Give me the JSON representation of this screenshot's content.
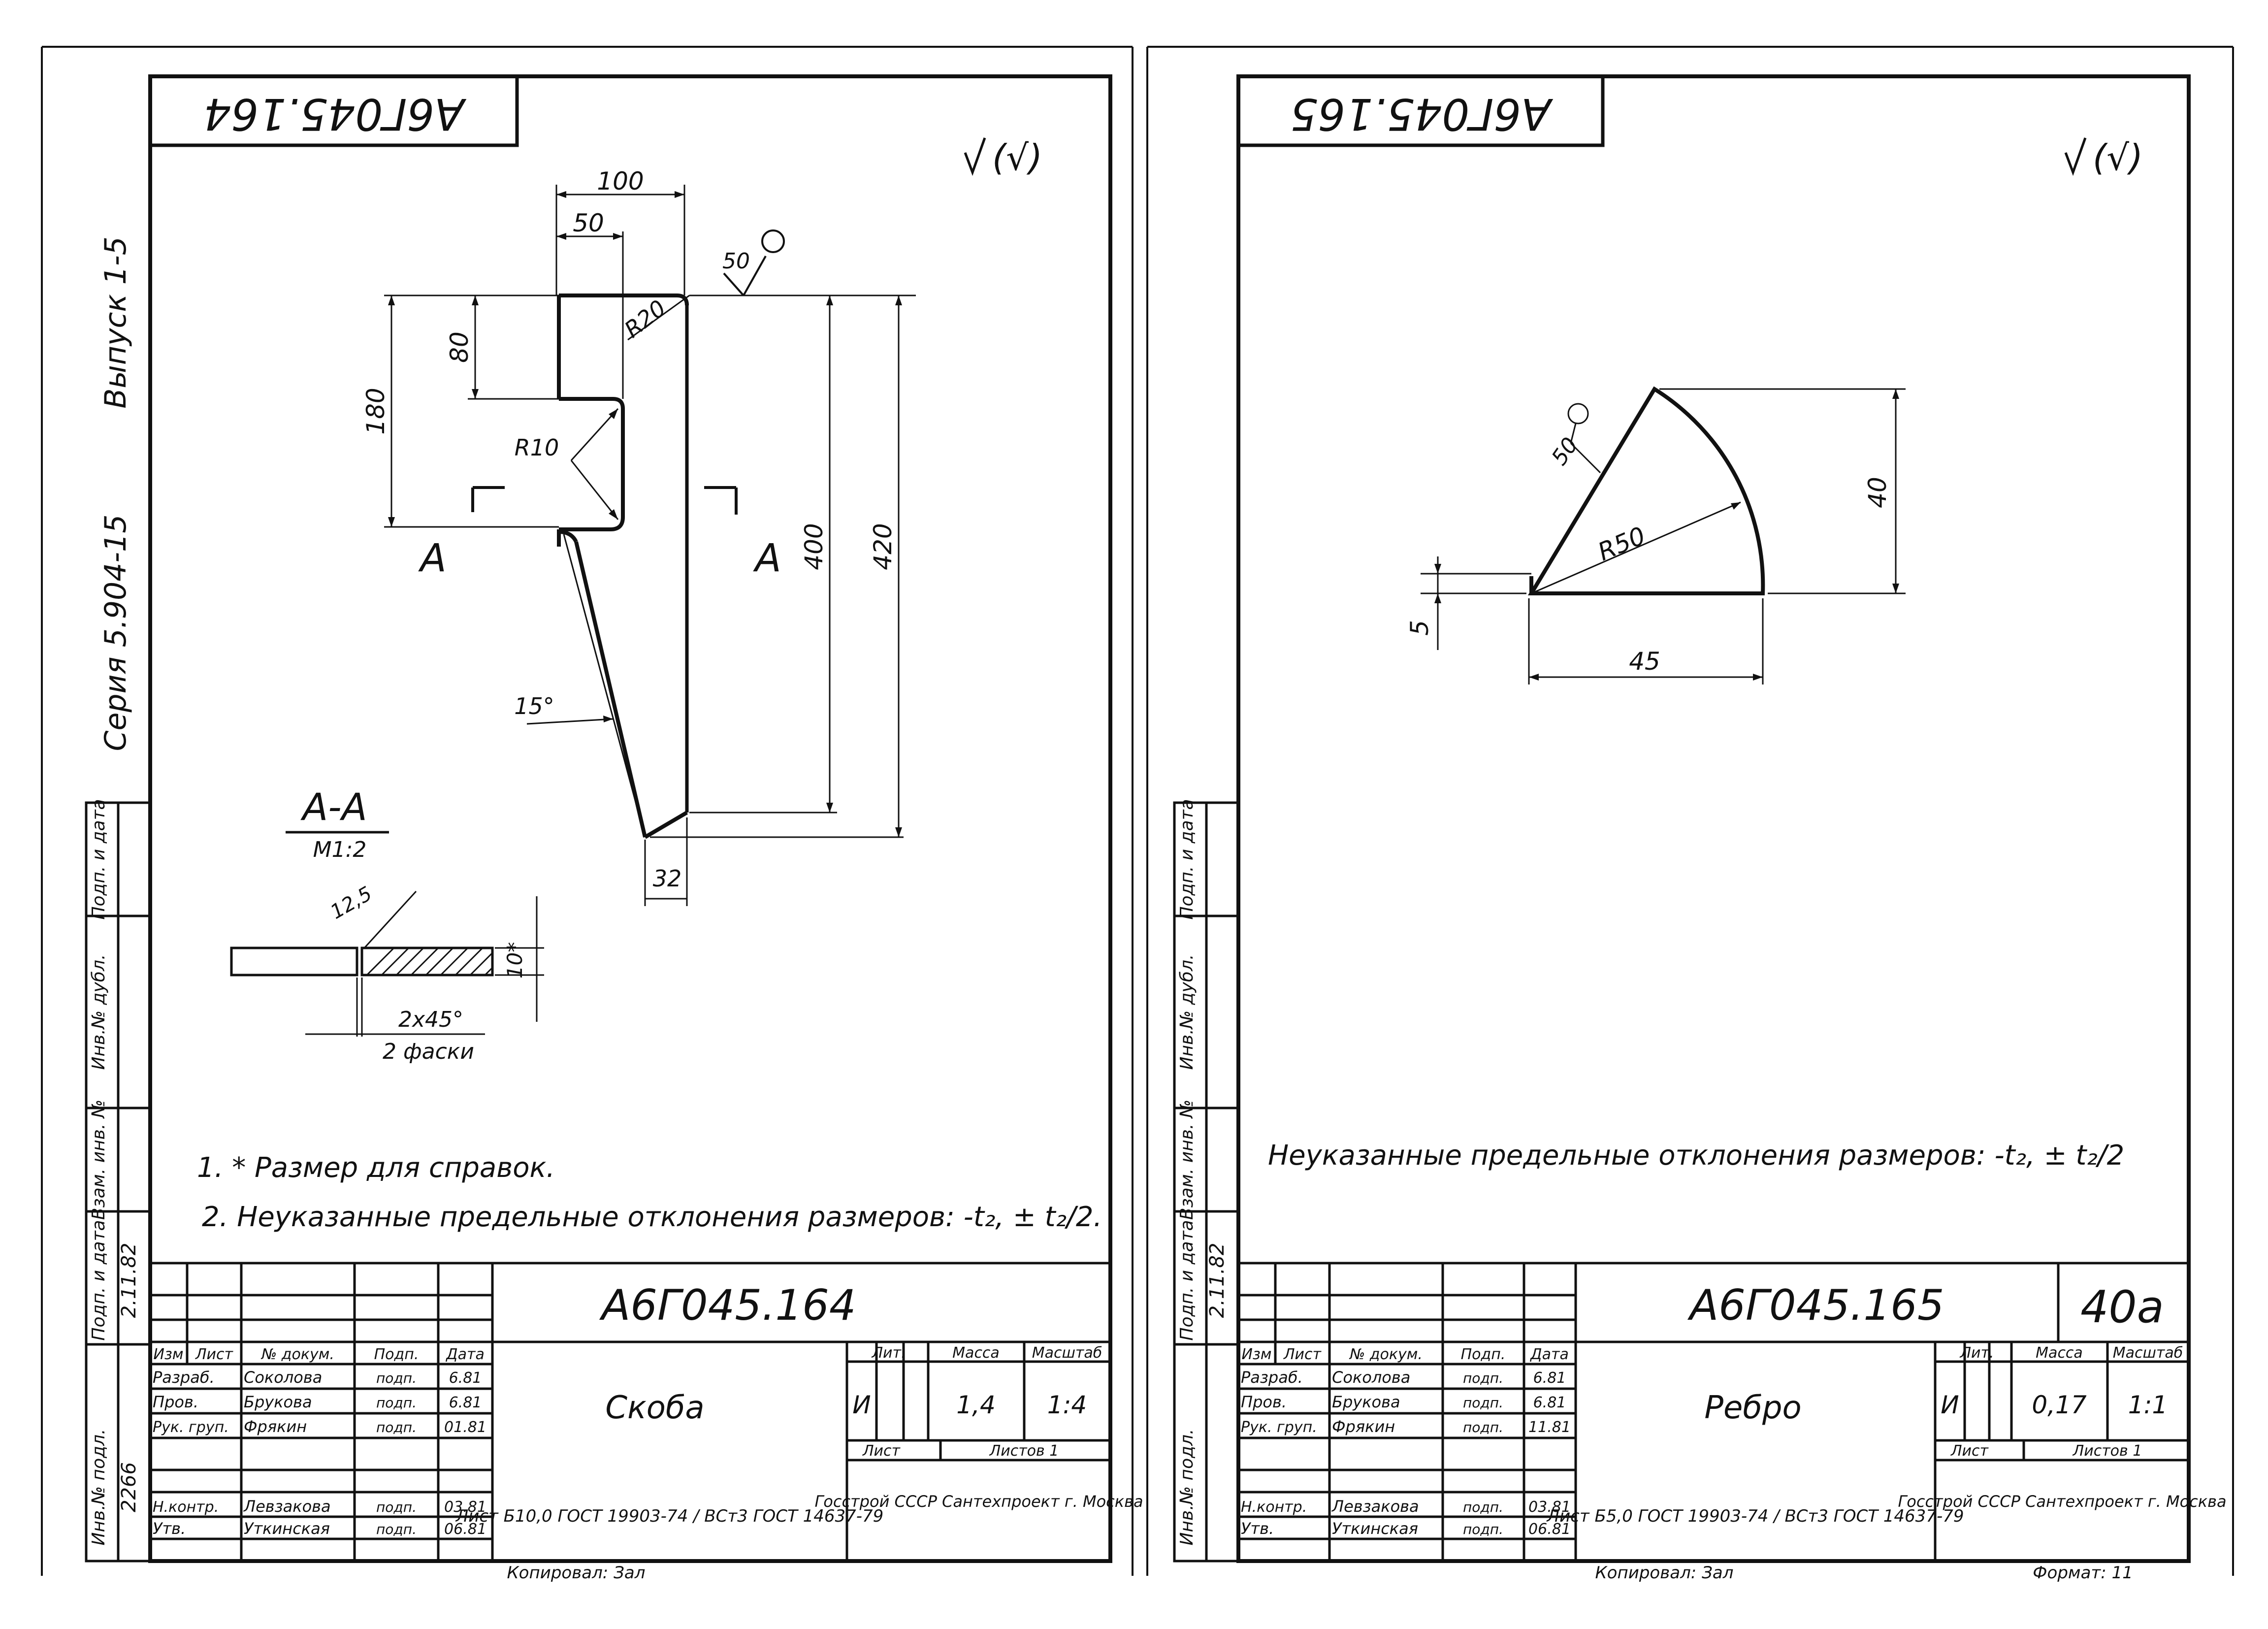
{
  "sheet1": {
    "code_rotated": "А6Г045.164",
    "series_label": "Серия 5.904-15",
    "issue_label": "Выпуск 1-5",
    "roughness_general": "(√)",
    "dims": {
      "d100": "100",
      "d50": "50",
      "d80": "80",
      "d180": "180",
      "r20": "R20",
      "r10": "R10",
      "d400": "400",
      "d420": "420",
      "d32": "32",
      "ang15": "15°",
      "rough50": "50"
    },
    "section_marks": {
      "left": "А",
      "right": "А"
    },
    "section_title": "А-А",
    "section_scale": "М1:2",
    "section_dims": {
      "rough": "12,5",
      "thick": "10*",
      "chamfer": "2х45°",
      "chamfer_note": "2 фаски"
    },
    "notes": [
      "1. * Размер для справок.",
      "2. Неуказанные предельные отклонения размеров: -t₂, ± t₂/2."
    ],
    "title_block": {
      "code": "А6Г045.164",
      "name": "Скоба",
      "header": [
        "Изм",
        "Лист",
        "№ докум.",
        "Подп.",
        "Дата"
      ],
      "rows": [
        [
          "Разраб.",
          "Соколова",
          "подп.",
          "6.81"
        ],
        [
          "Пров.",
          "Брукова",
          "подп.",
          "6.81"
        ],
        [
          "Рук. груп.",
          "Фрякин",
          "подп.",
          "01.81"
        ],
        [
          "Н.контр.",
          "Левзакова",
          "подп.",
          "03.81"
        ],
        [
          "Утв.",
          "Уткинская",
          "подп.",
          "06.81"
        ]
      ],
      "lit_label": "Лит.",
      "mass_label": "Масса",
      "scale_label": "Масштаб",
      "lit_value": "И",
      "mass_value": "1,4",
      "scale_value": "1:4",
      "sheet_label": "Лист",
      "sheets_label": "Листов 1",
      "material": "Лист  Б10,0 ГОСТ 19903-74 / ВСт3 ГОСТ 14637-79",
      "org": "Госстрой СССР  Сантехпроект  г. Москва",
      "copied": "Копировал: Зал"
    },
    "side_labels": [
      "Инв.№ подл.",
      "Подп. и дата",
      "Взам. инв. №",
      "Инв.№ дубл.",
      "Подп. и дата"
    ],
    "inv_number": "2266",
    "side_date": "2.11.82"
  },
  "sheet2": {
    "code_rotated": "А6Г045.165",
    "roughness_general": "(√)",
    "dims": {
      "r50": "R50",
      "d40": "40",
      "d45": "45",
      "d5": "5",
      "rough50": "50"
    },
    "notes": [
      "Неуказанные предельные отклонения размеров: -t₂, ± t₂/2"
    ],
    "title_block": {
      "code": "А6Г045.165",
      "page_no": "40а",
      "name": "Ребро",
      "header": [
        "Изм",
        "Лист",
        "№ докум.",
        "Подп.",
        "Дата"
      ],
      "rows": [
        [
          "Разраб.",
          "Соколова",
          "подп.",
          "6.81"
        ],
        [
          "Пров.",
          "Брукова",
          "подп.",
          "6.81"
        ],
        [
          "Рук. груп.",
          "Фрякин",
          "подп.",
          "11.81"
        ],
        [
          "Н.контр.",
          "Левзакова",
          "подп.",
          "03.81"
        ],
        [
          "Утв.",
          "Уткинская",
          "подп.",
          "06.81"
        ]
      ],
      "lit_label": "Лит.",
      "mass_label": "Масса",
      "scale_label": "Масштаб",
      "lit_value": "И",
      "mass_value": "0,17",
      "scale_value": "1:1",
      "sheet_label": "Лист",
      "sheets_label": "Листов 1",
      "material": "Лист  Б5,0 ГОСТ 19903-74 / ВСт3 ГОСТ 14637-79",
      "org": "Госстрой СССР  Сантехпроект  г. Москва",
      "copied": "Копировал: Зал",
      "format": "Формат: 11"
    },
    "side_labels": [
      "Инв.№ подл.",
      "Подп. и дата",
      "Взам. инв. №",
      "Инв.№ дубл.",
      "Подп. и дата"
    ],
    "side_date": "2.11.82"
  }
}
